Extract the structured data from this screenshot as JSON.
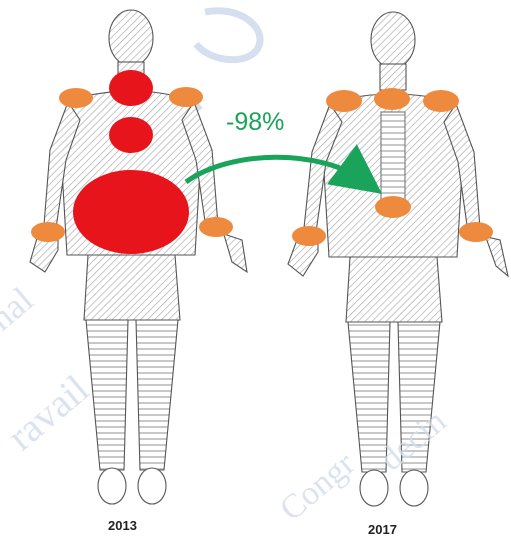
{
  "change_label": "-98%",
  "years": {
    "before": "2013",
    "after": "2017"
  },
  "colors": {
    "severe": "#e8141b",
    "moderate": "#ee8a3e",
    "arrow": "#1aa35a",
    "outline": "#555555",
    "hatch": "#9a9a9a",
    "watermark": "#c7d3e6"
  }
}
